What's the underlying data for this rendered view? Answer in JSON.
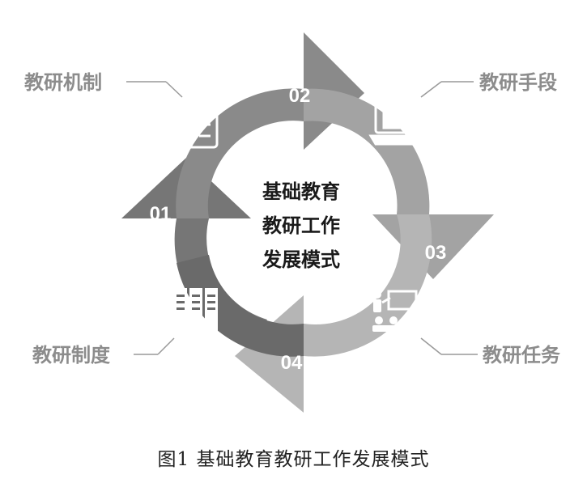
{
  "center": {
    "lines": [
      "基础教育",
      "教研工作",
      "发展模式"
    ]
  },
  "segments": [
    {
      "num": "01",
      "label": "",
      "icon": ""
    },
    {
      "num": "02",
      "label": "教研机制",
      "icon": "clipboard-checklist-icon"
    },
    {
      "num": "03",
      "label": "教研手段",
      "icon": "computer-books-icon"
    },
    {
      "num": "04",
      "label": "教研任务",
      "icon": "teacher-classroom-icon"
    },
    {
      "num": "",
      "label": "教研制度",
      "icon": "file-cabinet-icon"
    }
  ],
  "caption": "图1  基础教育教研工作发展模式",
  "colors": {
    "seg1": "#767676",
    "seg2": "#8a8a8a",
    "seg3": "#a3a3a3",
    "seg4": "#b5b5b5",
    "seg5": "#6a6a6a",
    "label": "#8c8c8c",
    "center_text": "#1a1a1a",
    "icon": "#ffffff"
  }
}
